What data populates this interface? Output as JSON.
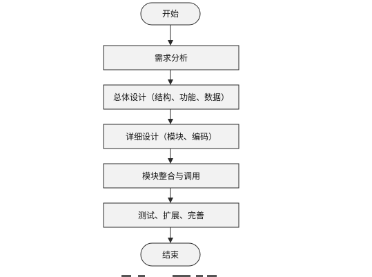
{
  "flowchart": {
    "start_label": "开始",
    "steps": [
      "需求分析",
      "总体设计（结构、功能、数据）",
      "详细设计（模块、编码）",
      "模块整合与调用",
      "测试、扩展、完善"
    ],
    "end_label": "结束"
  },
  "colors": {
    "box_fill": "#f2f2f2",
    "stroke": "#2b2b2b",
    "text": "#111111"
  }
}
